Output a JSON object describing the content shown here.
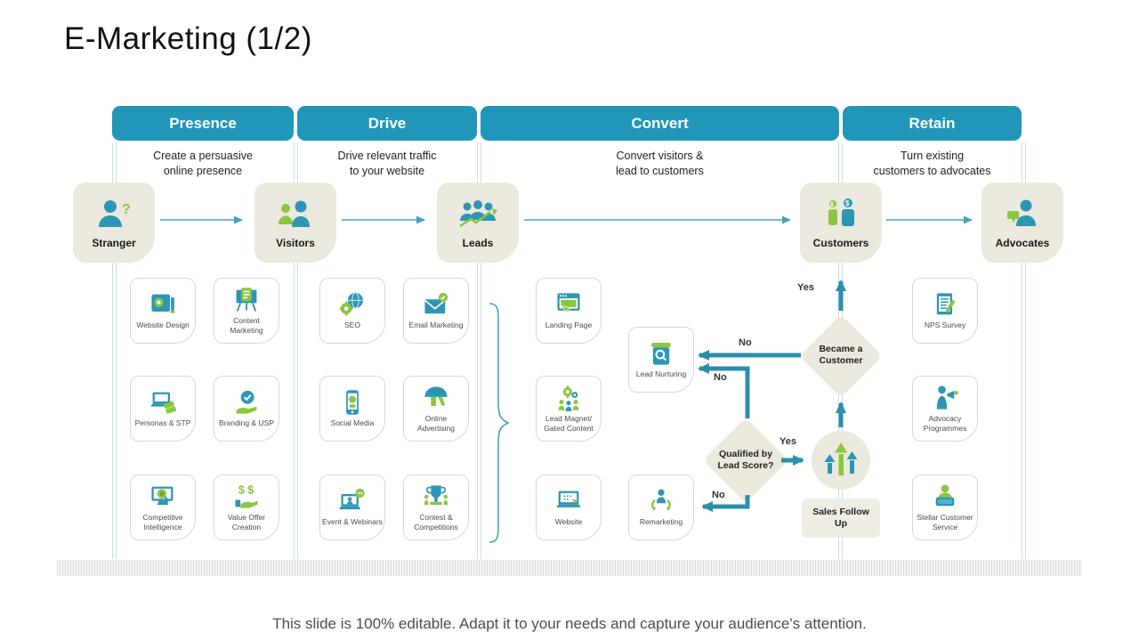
{
  "slide": {
    "title": "E-Marketing (1/2)",
    "footer": "This slide is 100% editable. Adapt it to your needs and capture your audience's attention."
  },
  "colors": {
    "header_teal": "#2196B8",
    "icon_teal": "#2E96B5",
    "icon_green": "#8CC540",
    "node_beige": "#EBE8DE",
    "flow_arrow": "#2B8FA9",
    "guide_line": "#C4E0EA"
  },
  "stages": [
    {
      "name": "Presence",
      "description": "Create a persuasive\nonline presence"
    },
    {
      "name": "Drive",
      "description": "Drive relevant traffic\nto your website"
    },
    {
      "name": "Convert",
      "description": "Convert visitors &\nlead to customers"
    },
    {
      "name": "Retain",
      "description": "Turn existing\ncustomers to advocates"
    }
  ],
  "funnel": [
    {
      "label": "Stranger",
      "icon": "stranger-question-icon"
    },
    {
      "label": "Visitors",
      "icon": "visitors-group-icon"
    },
    {
      "label": "Leads",
      "icon": "leads-growth-icon"
    },
    {
      "label": "Customers",
      "icon": "customers-value-icon"
    },
    {
      "label": "Advocates",
      "icon": "advocate-testimonial-icon"
    }
  ],
  "toolkit": {
    "presence": [
      {
        "label": "Website Design",
        "icon": "website-design-icon"
      },
      {
        "label": "Content Marketing",
        "icon": "content-marketing-icon"
      },
      {
        "label": "Personas & STP",
        "icon": "personas-stp-icon"
      },
      {
        "label": "Branding & USP",
        "icon": "branding-usp-icon"
      },
      {
        "label": "Competitive Intelligence",
        "icon": "competitive-intelligence-icon"
      },
      {
        "label": "Value Offer Creation",
        "icon": "value-offer-icon"
      }
    ],
    "drive": [
      {
        "label": "SEO",
        "icon": "seo-icon"
      },
      {
        "label": "Email Marketing",
        "icon": "email-marketing-icon"
      },
      {
        "label": "Social Media",
        "icon": "social-media-icon"
      },
      {
        "label": "Online Advertising",
        "icon": "online-advertising-icon"
      },
      {
        "label": "Event & Webinars",
        "icon": "event-webinars-icon"
      },
      {
        "label": "Contest & Competitions",
        "icon": "contest-competitions-icon"
      }
    ],
    "convert_left": [
      {
        "label": "Landing Page",
        "icon": "landing-page-icon"
      },
      {
        "label": "Lead Magnet/ Gated Content",
        "icon": "lead-magnet-icon"
      },
      {
        "label": "Website",
        "icon": "website-icon"
      }
    ],
    "convert_mid": [
      {
        "label": "Lead Nurturing",
        "icon": "lead-nurturing-icon"
      },
      {
        "label": "Remarketing",
        "icon": "remarketing-icon"
      }
    ],
    "retain": [
      {
        "label": "NPS Survey",
        "icon": "nps-survey-icon"
      },
      {
        "label": "Advocacy Programmes",
        "icon": "advocacy-programmes-icon"
      },
      {
        "label": "Stellar Customer Service",
        "icon": "customer-service-icon"
      }
    ]
  },
  "decision": {
    "qualified": "Qualified by\nLead Score?",
    "became_customer": "Became a\nCustomer",
    "sales_follow_up": "Sales Follow\nUp",
    "labels": {
      "yes_top": "Yes",
      "no_top": "No",
      "no_mid": "No",
      "yes_mid": "Yes",
      "no_bottom": "No"
    }
  }
}
